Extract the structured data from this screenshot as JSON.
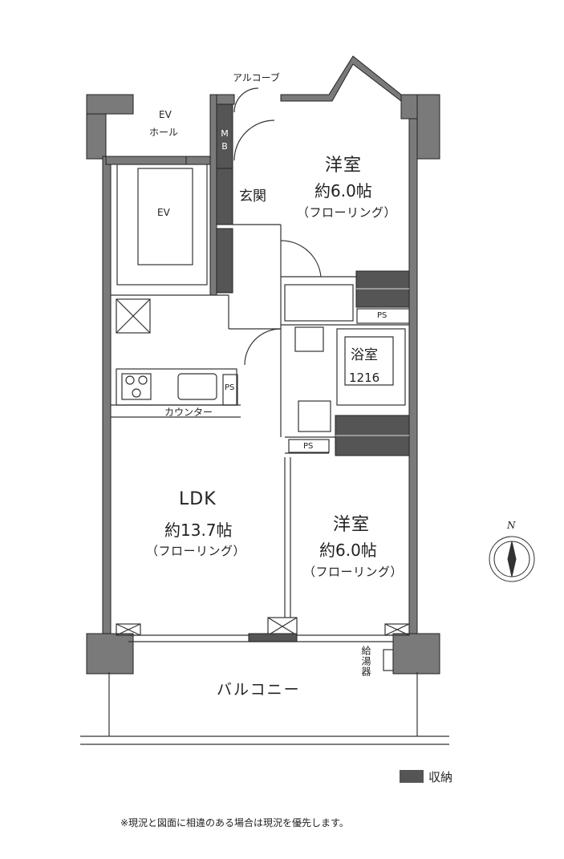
{
  "labels": {
    "alcove": "アルコーブ",
    "ev_hall_1": "EV",
    "ev_hall_2": "ホール",
    "ev": "EV",
    "mb_m": "M",
    "mb_b": "B",
    "genkan": "玄関",
    "bed1_name": "洋室",
    "bed1_area": "約6.0帖",
    "bed1_floor": "（フローリング）",
    "bath_name": "浴室",
    "bath_size": "1216",
    "ps1": "PS",
    "ps2": "PS",
    "ps3": "PS",
    "counter": "カウンター",
    "ldk_name": "LDK",
    "ldk_area": "約13.7帖",
    "ldk_floor": "（フローリング）",
    "bed2_name": "洋室",
    "bed2_area": "約6.0帖",
    "bed2_floor": "（フローリング）",
    "balcony": "バルコニー",
    "water_heater": "給湯器",
    "compass_n": "N",
    "legend_storage": "収納",
    "note": "※現況と図面に相違のある場合は現況を優先します。"
  },
  "colors": {
    "wall": "#7a7a7a",
    "line": "#333333",
    "storage": "#555555"
  }
}
